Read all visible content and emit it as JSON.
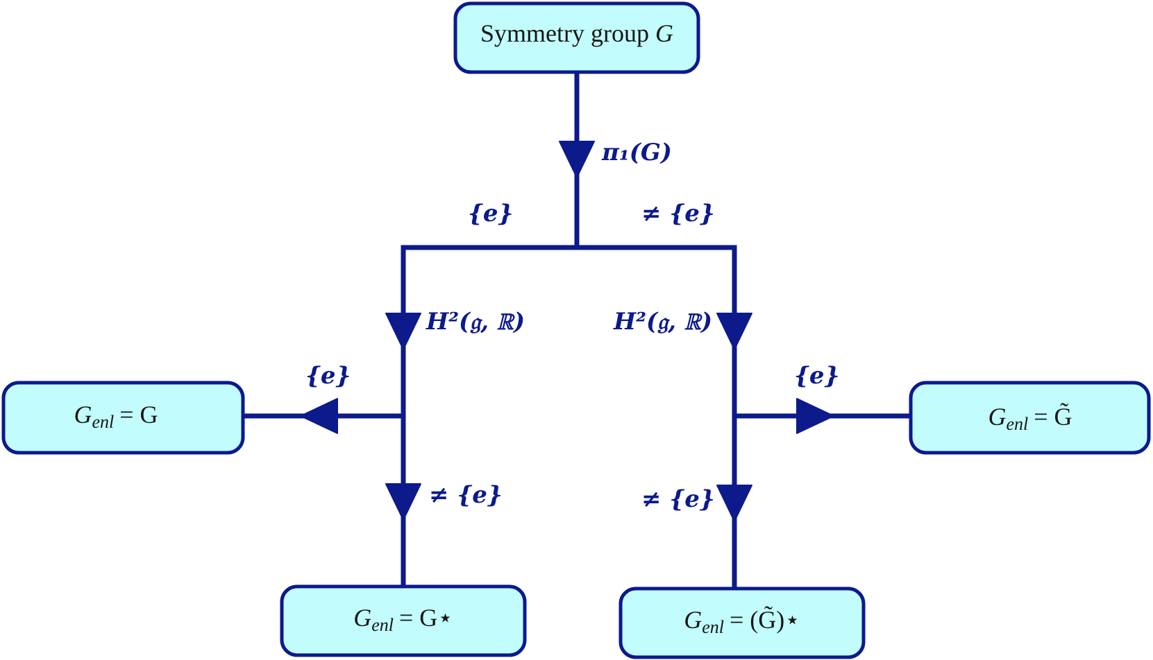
{
  "nodes": {
    "root": {
      "prefix": "Symmetry group ",
      "symbol": "G"
    },
    "trivial_trivial": {
      "lhs": "G",
      "sub": "enl",
      "rhs": "= G"
    },
    "trivial_nontrivial": {
      "lhs": "G",
      "sub": "enl",
      "rhs": "= G⋆"
    },
    "nontrivial_trivial": {
      "lhs": "G",
      "sub": "enl",
      "rhs": "= G̃"
    },
    "nontrivial_nontrivial": {
      "lhs": "G",
      "sub": "enl",
      "rhs": "= (G̃)⋆"
    }
  },
  "edge_labels": {
    "pi1": "π₁(G)",
    "root_left": "{e}",
    "root_right": "≠ {e}",
    "h2_left": "H²(𝔤, ℝ)",
    "h2_right": "H²(𝔤, ℝ)",
    "left_branch_trivial": "{e}",
    "left_branch_nontrivial": "≠ {e}",
    "right_branch_trivial": "{e}",
    "right_branch_nontrivial": "≠ {e}"
  },
  "colors": {
    "edge": "#0c1a8c",
    "box_fill": "#c2fcfc",
    "box_stroke": "#0c1a8c",
    "box_text": "#161616"
  }
}
